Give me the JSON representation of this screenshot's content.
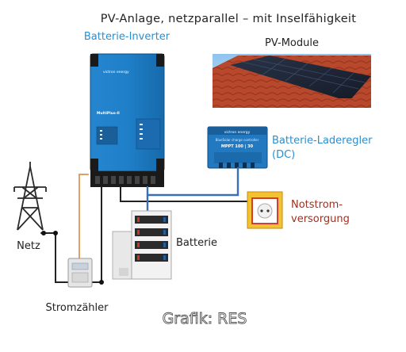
{
  "title": "PV-Anlage, netzparallel – mit Inselfähigkeit",
  "labels": {
    "inverter": "Batterie-Inverter",
    "pv_modules": "PV-Module",
    "charge_controller_line1": "Batterie-Laderegler",
    "charge_controller_line2": "(DC)",
    "emergency_line1": "Notstrom-",
    "emergency_line2": "versorgung",
    "grid": "Netz",
    "battery": "Batterie",
    "meter": "Stromzähler",
    "credit": "Grafik: RES"
  },
  "devices": {
    "inverter_brand": "victron energy",
    "inverter_model": "MultiPlus-II",
    "mppt_brand": "victron energy",
    "mppt_subtitle": "BlueSolar charge controller",
    "mppt_model": "MPPT 100 | 30"
  },
  "colors": {
    "title_text": "#222222",
    "blue_label": "#2a8fd0",
    "red_label": "#a03020",
    "victron_blue": "#1f7fc8",
    "wire_dark": "#222222",
    "wire_blue": "#3a6fb8",
    "wire_orange": "#e0a060",
    "roof_tile": "#b8482c",
    "socket_yellow": "#f2c232",
    "socket_red": "#d04030"
  }
}
